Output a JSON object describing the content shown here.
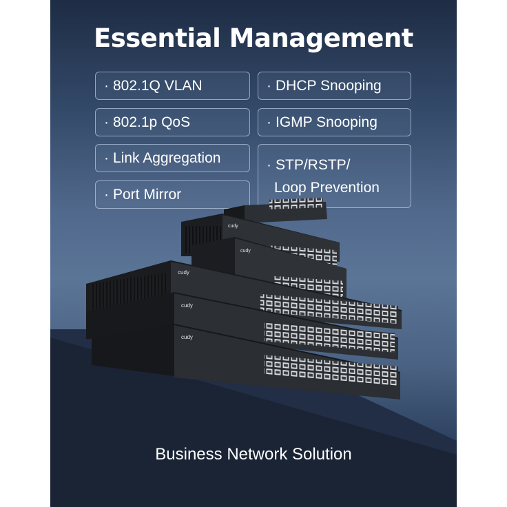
{
  "title": "Essential Management",
  "features_left": [
    {
      "label": "802.1Q VLAN"
    },
    {
      "label": "802.1p QoS"
    },
    {
      "label": "Link Aggregation"
    },
    {
      "label": "Port Mirror"
    }
  ],
  "features_right": [
    {
      "label": "DHCP Snooping"
    },
    {
      "label": "IGMP Snooping"
    },
    {
      "label_line1": "STP/RSTP/",
      "label_line2": "Loop Prevention"
    }
  ],
  "bullet": "·",
  "brand": "cudy",
  "footer": "Business Network Solution",
  "colors": {
    "background_top": "#1e2c44",
    "background_mid": "#5b7597",
    "text": "#ffffff",
    "chip_border": "#c8d7eb"
  }
}
